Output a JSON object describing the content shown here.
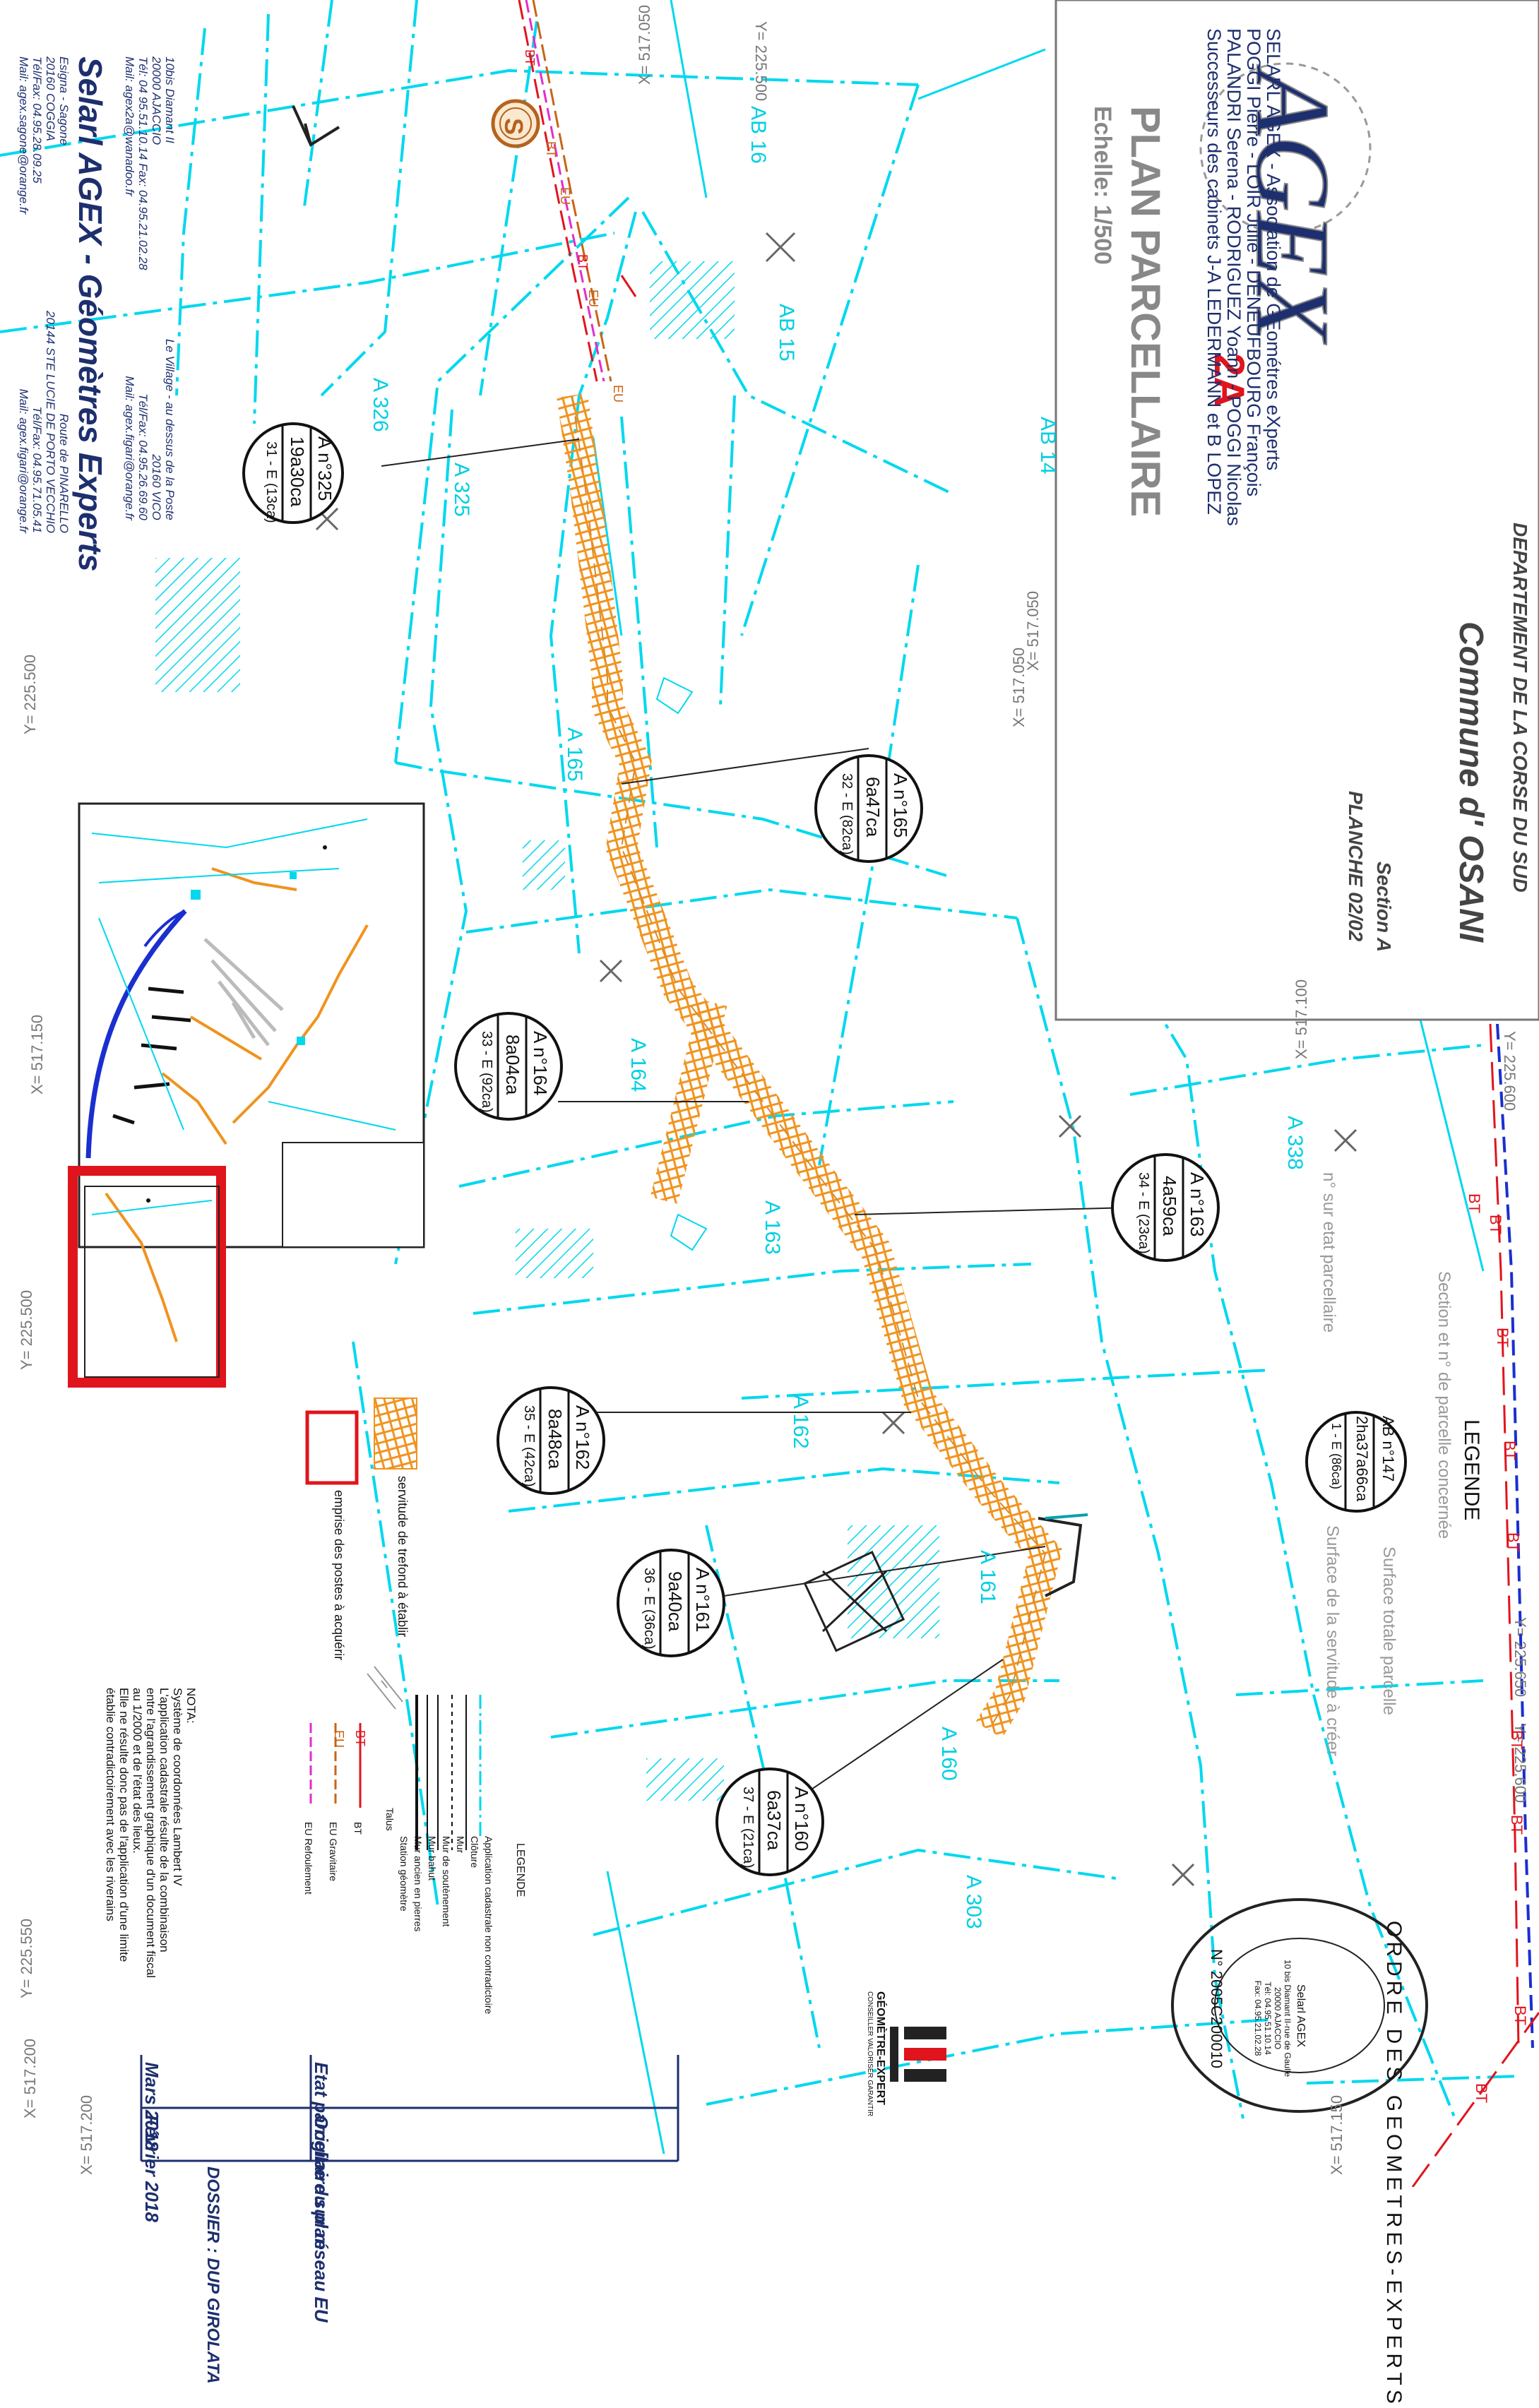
{
  "title_block": {
    "department": "DEPARTEMENT DE LA CORSE DU SUD",
    "commune": "Commune d' OSANI",
    "section": "Section A",
    "planche": "PLANCHE 02/02",
    "plan_title": "PLAN PARCELLAIRE",
    "scale": "Echelle: 1/500",
    "firm_lines": [
      "SELARL AGEX - Association de GEométres eXperts",
      "POGGI Pierre - LOIR Julie - DENEUFBOURG François",
      "PALANDRI Serena - RODRIGUEZ Yoann - POGGI Nicolas",
      "Successeurs des cabinets J-A LEDERMANN et B LOPEZ"
    ],
    "logo_text": "AGEX",
    "logo_sub": "2A"
  },
  "firm_block": {
    "name": "Selarl AGEX - Géomètres Experts",
    "left_address": [
      "10bis Diamant II",
      "20000 AJACCIO",
      "Tél: 04 95.51.10.14 Fax: 04.95.21.02.28",
      "Mail: agex2a@wanadoo.fr"
    ],
    "middle_address": [
      "Le Village - au dessus de la Poste",
      "20160 VICO",
      "Tél/Fax: 04.95.26.69.60",
      "Mail: agex.figari@orange.fr"
    ],
    "left_address2": [
      "Esigna - Sagone",
      "20160 COGGIA",
      "Tél/Fax: 04.95.28.09.25",
      "Mail: agex.sagone@orange.fr"
    ],
    "right_address2": [
      "Route de PINARELLO",
      "20144 STE LUCIE DE PORTO VECCHIO",
      "Tél/Fax: 04.95.71.05.41",
      "Mail: agex.figari@orange.fr"
    ]
  },
  "parcels": [
    {
      "name": "AB 16"
    },
    {
      "name": "AB 15"
    },
    {
      "name": "AB 14"
    },
    {
      "name": "A 326"
    },
    {
      "name": "A 325"
    },
    {
      "name": "A 165"
    },
    {
      "name": "A 164"
    },
    {
      "name": "A 163"
    },
    {
      "name": "A 162"
    },
    {
      "name": "A 161"
    },
    {
      "name": "A 160"
    },
    {
      "name": "A 303"
    },
    {
      "name": "A 338"
    }
  ],
  "coordinates": [
    "X= 517.050",
    "Y= 225.500",
    "X= 517.050",
    "Y= 225.500",
    "X= 517.050",
    "Y= 225.600",
    "Y= 225.650",
    "X= 517.100",
    "Y= 225.500",
    "X= 517.150",
    "Y= 225.550",
    "Y= 225.600",
    "X= 517.200",
    "X= 517.200",
    "X= 517.150"
  ],
  "bubbles": [
    {
      "id": "A n°325",
      "area": "19a30ca",
      "serv": "31 - E (13ca)"
    },
    {
      "id": "A n°165",
      "area": "6a47ca",
      "serv": "32 - E (82ca)"
    },
    {
      "id": "A n°164",
      "area": "8a04ca",
      "serv": "33 - E (92ca)"
    },
    {
      "id": "A n°163",
      "area": "4a59ca",
      "serv": "34 - E (23ca)"
    },
    {
      "id": "A n°162",
      "area": "8a48ca",
      "serv": "35 - E (42ca)"
    },
    {
      "id": "A n°161",
      "area": "9a40ca",
      "serv": "36 - E (36ca)"
    },
    {
      "id": "A n°160",
      "area": "6a37ca",
      "serv": "37 - E (21ca)"
    }
  ],
  "legend_top": {
    "title": "LEGENDE",
    "bubble": {
      "id": "AB n°147",
      "area": "2ha37a66ca",
      "serv": "1 - E (86ca)"
    },
    "desc": [
      "Section et n° de parcelle concernée",
      "n° sur etat parcellaire",
      "Surface totale parcelle",
      "Surface de la servitude à créer"
    ]
  },
  "legend_bottom": {
    "title": "LEGENDE",
    "servitude": "servitude de trefond à établir",
    "emprise": "emprise des postes à acquérir",
    "items": [
      "Application cadastrale non contradictoire",
      "Clôture",
      "Mur",
      "Mur de soutènement",
      "Mur bahut",
      "Mur ancien en pierres",
      "Station géomètre",
      "Talus",
      "BT",
      "EU Gravitaire",
      "EU Refoulement"
    ],
    "line_codes": [
      "BT",
      "EU"
    ]
  },
  "nota": {
    "title": "NOTA:",
    "lines": [
      "Système de coordonnées Lambert IV",
      "L'application cadastrale résulte de la combinaison",
      "entre l'agrandissement graphique d'un document fiscal",
      "au 1/2000 et de l'état des lieux.",
      "Elle ne résulte donc pas de l'application d'une limite",
      "établie contradictoirement avec les riverains"
    ]
  },
  "stamp": {
    "outer": "ORDRE DES GEOMETRES-EXPERTS",
    "firm": "Selarl AGEX",
    "addr": [
      "10 bis Diamant II-rue de Gaulle",
      "20000 AJACCIO",
      "Tél: 04.95.51.10.14",
      "Fax: 04.95.21.02.28"
    ],
    "number": "N° 2005C200010"
  },
  "ge_logo_text": [
    "GÉOMÈTRE-EXPERT",
    "CONSEILLER VALORISER GARANTIR"
  ],
  "revisions": [
    {
      "date": "Mars 2018",
      "desc": "Etat parcellaire sur réseau EU"
    },
    {
      "date": "Février 2018",
      "desc": "Origine du plan"
    }
  ],
  "dossier": "DOSSIER : DUP GIROLATA",
  "network_labels": [
    "BT",
    "BT",
    "EU",
    "BT",
    "EU",
    "EU",
    "BT",
    "BT",
    "BT",
    "BT",
    "BT",
    "BT",
    "BT",
    "BT",
    "BT"
  ],
  "station_label": "S",
  "colors": {
    "cadastre": "#00d8ee",
    "servitude": "#f0931e",
    "navy": "#1d2f6e",
    "bt": "#e0141d",
    "eu_refoul": "#e02fc9",
    "network_blue": "#1a2fd0"
  }
}
